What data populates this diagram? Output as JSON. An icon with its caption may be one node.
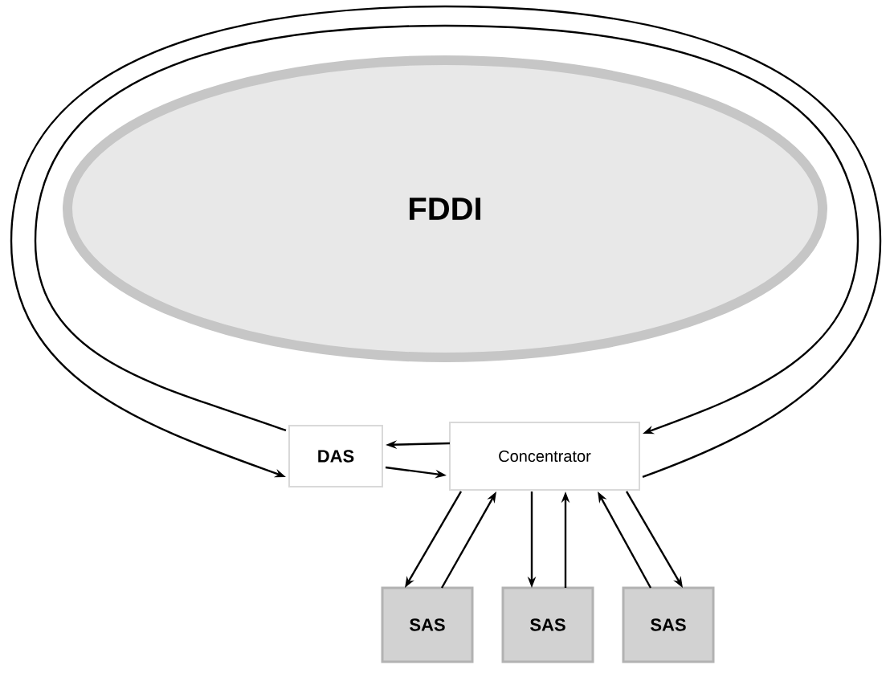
{
  "diagram": {
    "nodes": [
      {
        "text": [
          "FDDI"
        ]
      },
      {
        "text": [
          "DAS"
        ]
      },
      {
        "text": [
          "Concentrator"
        ]
      },
      {
        "text": [
          "SAS"
        ]
      },
      {
        "text": [
          "SAS"
        ]
      },
      {
        "text": [
          "SAS"
        ]
      }
    ],
    "edges": [
      {
        "from": 1,
        "to": 2,
        "arrow": "to"
      },
      {
        "from": 2,
        "to": 1,
        "arrow": "to"
      },
      {
        "from": 2,
        "to": 1,
        "arrow": "to"
      },
      {
        "from": 1,
        "to": 2,
        "arrow": "to"
      },
      {
        "from": 2,
        "to": 3,
        "arrow": "to"
      },
      {
        "from": 3,
        "to": 2,
        "arrow": "to"
      },
      {
        "from": 2,
        "to": 4,
        "arrow": "to"
      },
      {
        "from": 4,
        "to": 2,
        "arrow": "to"
      },
      {
        "from": 5,
        "to": 2,
        "arrow": "to"
      },
      {
        "from": 2,
        "to": 5,
        "arrow": "to"
      }
    ]
  }
}
